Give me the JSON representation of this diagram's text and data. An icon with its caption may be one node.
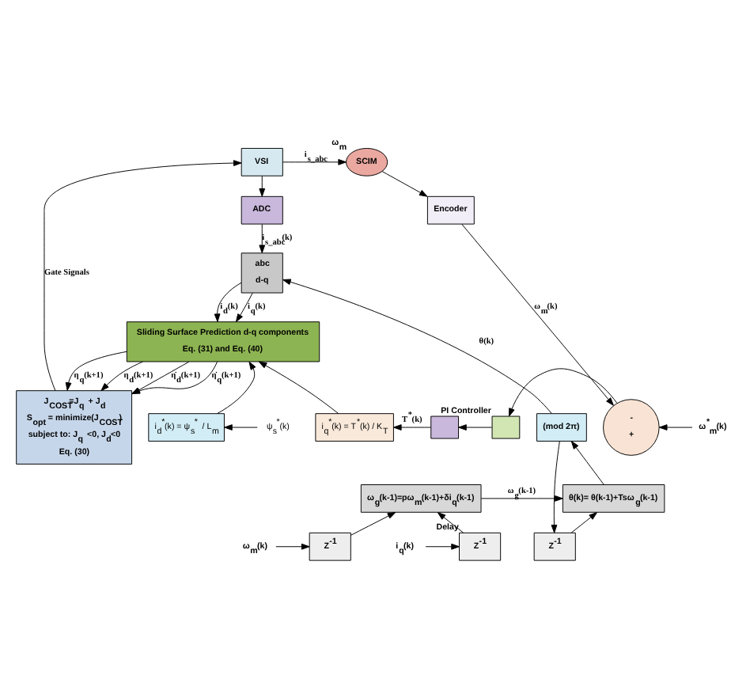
{
  "diagram": {
    "nodes": [
      {
        "text": [
          "VSI"
        ]
      },
      {
        "text": [
          "SCIM"
        ],
        "beside": [
          "ω$_{m}$"
        ]
      },
      {
        "text": [
          "ADC"
        ]
      },
      {
        "text": [
          "Encoder"
        ]
      },
      {
        "text": [
          "abc",
          "d-q"
        ]
      },
      {
        "text": [
          "J$_{COST}$=J$_{q}$ + J$_{d}$",
          "S$_{opt}$ = minimize(J$_{COST}$)",
          "subject to: J$_{q}$ <0, J$_{d}$<0",
          "Eq. (30)"
        ]
      },
      {
        "text": [
          "Sliding Surface Prediction d-q components",
          "Eq. (31) and Eq. (40)"
        ]
      },
      {
        "text": [
          "i$_{q}$$^{*}$(k) = T$^{*}$(k) / K$_{T}$"
        ]
      },
      {
        "text": [],
        "shape": "box"
      },
      {
        "text": [],
        "shape": "box",
        "beside": [
          "PI Controller"
        ]
      },
      {
        "text": [
          "-",
          "+"
        ]
      },
      {
        "text": [
          "i$_{d}$$^{*}$(k) = ψ$_{s}$$^{*}$ / L$_{m}$"
        ]
      },
      {
        "text": [
          "ψ$_{s}$$^{*}$(k)"
        ]
      },
      {
        "text": [
          "ω$^{*}$$_{m}$(k)"
        ]
      },
      {
        "text": [
          "(mod 2π)"
        ]
      },
      {
        "text": [
          "ω$_{g}$(k-1)=pω$_{m}$(k-1)+δi$_{q}$(k-1)"
        ]
      },
      {
        "text": [
          "θ(k)= θ(k-1)+Tsω$_{g}$(k-1)"
        ]
      },
      {
        "text": [
          "Z$^{-1}$"
        ]
      },
      {
        "text": [
          "Z$^{-1}$"
        ],
        "beside": [
          "Delay"
        ]
      },
      {
        "text": [
          "Z$^{-1}$"
        ]
      },
      {
        "text": [
          "ω$_{m}$(k)"
        ]
      },
      {
        "text": [
          "i$_{q}$(k)"
        ]
      }
    ],
    "edges": [
      {
        "from": 0,
        "to": 1,
        "arrow": "to",
        "label": "i$_{s_abc}$"
      },
      {
        "from": 0,
        "to": 2,
        "arrow": "to"
      },
      {
        "from": 1,
        "to": 3,
        "arrow": "to"
      },
      {
        "from": 2,
        "to": 4,
        "arrow": "to",
        "label": "i$_{s_abc}$(k)"
      },
      {
        "from": 4,
        "to": 6,
        "arrow": "to",
        "label": "i$_{q}$(k)"
      },
      {
        "from": 4,
        "to": 6,
        "arrow": "to",
        "label": "i$_{d}$(k)"
      },
      {
        "from": 3,
        "to": 10,
        "arrow": "to",
        "label": "ω$_{m}$(k)"
      },
      {
        "from": 14,
        "to": 4,
        "arrow": "to",
        "label": "θ(k)"
      },
      {
        "from": 14,
        "to": 19,
        "arrow": "to"
      },
      {
        "from": 6,
        "to": 5,
        "arrow": "to",
        "label": "η$_{q}$(k+1)"
      },
      {
        "from": 6,
        "to": 5,
        "arrow": "to",
        "label": "η$_{d}$(k+1)"
      },
      {
        "from": 6,
        "to": 5,
        "arrow": "to",
        "label": "η̇$_{d}$(k+1)"
      },
      {
        "from": 6,
        "to": 5,
        "arrow": "to",
        "label": "η̇$_{q}$(k+1)"
      },
      {
        "from": 5,
        "to": 0,
        "arrow": "to",
        "label": "Gate Signals"
      },
      {
        "from": 13,
        "to": 10,
        "arrow": "to"
      },
      {
        "from": 10,
        "to": 9,
        "arrow": "to"
      },
      {
        "from": 9,
        "to": 8,
        "arrow": "to"
      },
      {
        "from": 8,
        "to": 7,
        "arrow": "to",
        "label": "T$^{*}$(k)"
      },
      {
        "from": 7,
        "to": 6,
        "arrow": "to"
      },
      {
        "from": 12,
        "to": 11,
        "arrow": "to"
      },
      {
        "from": 11,
        "to": 6,
        "arrow": "to"
      },
      {
        "from": 15,
        "to": 16,
        "arrow": "to",
        "label": "ω$_{g}$(k-1)"
      },
      {
        "from": 16,
        "to": 14,
        "arrow": "to"
      },
      {
        "from": 19,
        "to": 16,
        "arrow": "to"
      },
      {
        "from": 17,
        "to": 15,
        "arrow": "to"
      },
      {
        "from": 18,
        "to": 15,
        "arrow": "to"
      },
      {
        "from": 20,
        "to": 17,
        "arrow": "to"
      },
      {
        "from": 21,
        "to": 18,
        "arrow": "to"
      }
    ]
  }
}
